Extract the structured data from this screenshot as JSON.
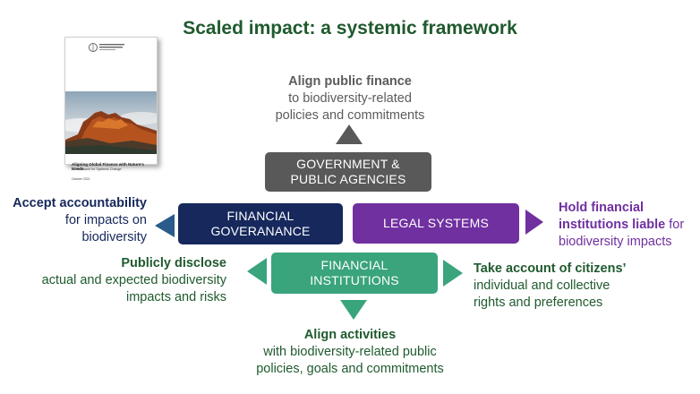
{
  "title": "Scaled impact: a systemic framework",
  "report_cover": {
    "brand": "FINANCE FOR BIODIVERSITY",
    "title": "Aligning Global Finance with Nature's Needs",
    "subtitle": "A Framework for Systemic Change",
    "date": "October 2021"
  },
  "boxes": {
    "government": {
      "line1": "GOVERNMENT &",
      "line2": "PUBLIC AGENCIES",
      "color": "#595959"
    },
    "financial_governance": {
      "line1": "FINANCIAL",
      "line2": "GOVERANANCE",
      "color": "#16285c"
    },
    "legal": {
      "line1": "LEGAL SYSTEMS",
      "color": "#7030a0"
    },
    "financial_institutions": {
      "line1": "FINANCIAL",
      "line2": "INSTITUTIONS",
      "color": "#3aa47c"
    }
  },
  "callouts": {
    "top": {
      "bold": "Align public finance",
      "line2": "to biodiversity-related",
      "line3": "policies and commitments"
    },
    "left": {
      "bold": "Accept accountability",
      "line2": "for impacts on",
      "line3": "biodiversity"
    },
    "right": {
      "bold1": "Hold financial",
      "bold2": "institutions liable",
      "rest2": " for",
      "line3": "biodiversity impacts"
    },
    "publicly_disclose": {
      "bold": "Publicly disclose",
      "line2": "actual and expected biodiversity",
      "line3": "impacts and risks"
    },
    "citizens": {
      "bold": "Take account of citizens’",
      "line2": "individual and collective",
      "line3": "rights and preferences"
    },
    "bottom": {
      "bold": "Align activities",
      "line2": "with biodiversity-related public",
      "line3": "policies, goals and commitments"
    }
  },
  "colors": {
    "title": "#1f5a2e",
    "green_text": "#1f5a2e",
    "navy": "#16285c",
    "purple": "#7030a0",
    "gray": "#595959",
    "green_box": "#3aa47c"
  }
}
